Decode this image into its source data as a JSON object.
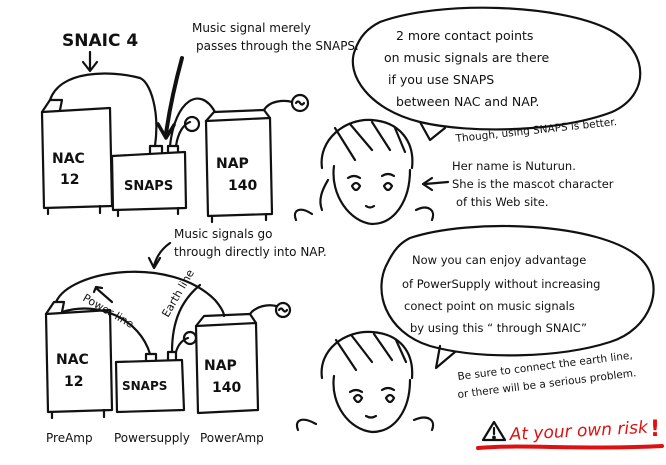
{
  "top": {
    "snaic_label": "SNAIC 4",
    "note_signal_lines": [
      "Music signal merely",
      "passes through the SNAPS."
    ],
    "nac_lines": [
      "NAC",
      "12"
    ],
    "snaps": "SNAPS",
    "nap_lines": [
      "NAP",
      "140"
    ]
  },
  "bubble1": {
    "lines": [
      "2 more contact points",
      "on music signals are there",
      "if you use SNAPS",
      "between NAC and NAP."
    ],
    "tail_note": "Though, using SNAPS is better."
  },
  "mascot_note": {
    "lines": [
      "Her name is Nuturun.",
      "She is the mascot character",
      "of this Web site."
    ]
  },
  "bottom": {
    "note_direct_lines": [
      "Music signals go",
      "through directly into NAP."
    ],
    "power_line": "Power line",
    "earth_line": "Earth line",
    "nac_lines": [
      "NAC",
      "12"
    ],
    "snaps": "SNAPS",
    "nap_lines": [
      "NAP",
      "140"
    ],
    "captions": [
      "PreAmp",
      "Powersupply",
      "PowerAmp"
    ]
  },
  "bubble2": {
    "lines": [
      "Now you can enjoy advantage",
      "of PowerSupply without increasing",
      "conect point on music signals",
      "by using this “ through SNAIC”"
    ]
  },
  "earth_note": {
    "lines": [
      "Be sure to connect the earth line,",
      "or there will be a serious problem."
    ]
  },
  "warning": {
    "icon": "warning-triangle-icon",
    "text": "At your own risk",
    "bang": "!",
    "color": "#e01010"
  }
}
